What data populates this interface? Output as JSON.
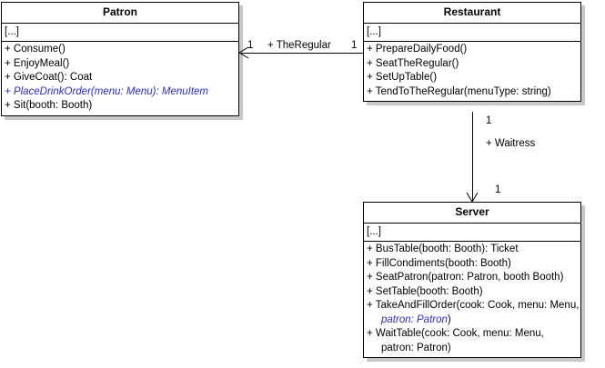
{
  "diagram": {
    "title": "Restaurant UML Class Diagram",
    "colors": {
      "abstract_member": "#2b2bd6",
      "border": "#000000",
      "shadow": "#c8c8c8",
      "background": "#ffffff"
    }
  },
  "classes": [
    {
      "id": "patron",
      "name": "Patron",
      "attributes": "[...]",
      "operations": [
        {
          "text": "+ Consume()",
          "abstract": false
        },
        {
          "text": "+ EnjoyMeal()",
          "abstract": false
        },
        {
          "text": "+ GiveCoat(): Coat",
          "abstract": false
        },
        {
          "text": "+ PlaceDrinkOrder(menu: Menu): MenuItem",
          "abstract": true
        },
        {
          "text": "+ Sit(booth: Booth)",
          "abstract": false
        }
      ]
    },
    {
      "id": "restaurant",
      "name": "Restaurant",
      "attributes": "[...]",
      "operations": [
        {
          "text": "+ PrepareDailyFood()",
          "abstract": false
        },
        {
          "text": "+ SeatTheRegular()",
          "abstract": false
        },
        {
          "text": "+ SetUpTable()",
          "abstract": false
        },
        {
          "text": "+ TendToTheRegular(menuType: string)",
          "abstract": false
        }
      ]
    },
    {
      "id": "server",
      "name": "Server",
      "attributes": "[...]",
      "operations": [
        {
          "text": "+ BusTable(booth: Booth): Ticket",
          "abstract": false
        },
        {
          "text": "+ FillCondiments(booth: Booth)",
          "abstract": false
        },
        {
          "text": "+ SeatPatron(patron: Patron, booth Booth)",
          "abstract": false
        },
        {
          "text": "+ SetTable(booth: Booth)",
          "abstract": false
        },
        {
          "text": "+ TakeAndFillOrder(cook: Cook, menu: Menu,",
          "abstract": false,
          "continuation_prefix": "",
          "continuation_abstract": "patron: Patron",
          "continuation_suffix": ")"
        },
        {
          "text": "+ WaitTable(cook: Cook, menu: Menu,",
          "abstract": false,
          "continuation": "patron: Patron)"
        }
      ]
    }
  ],
  "associations": [
    {
      "id": "patron-restaurant",
      "from": "restaurant",
      "to": "patron",
      "role": "+ TheRegular",
      "source_multiplicity": "1",
      "target_multiplicity": "1",
      "direction": "left",
      "arrow": "open"
    },
    {
      "id": "restaurant-server",
      "from": "restaurant",
      "to": "server",
      "role": "+ Waitress",
      "source_multiplicity": "1",
      "target_multiplicity": "1",
      "direction": "down",
      "arrow": "open"
    }
  ]
}
